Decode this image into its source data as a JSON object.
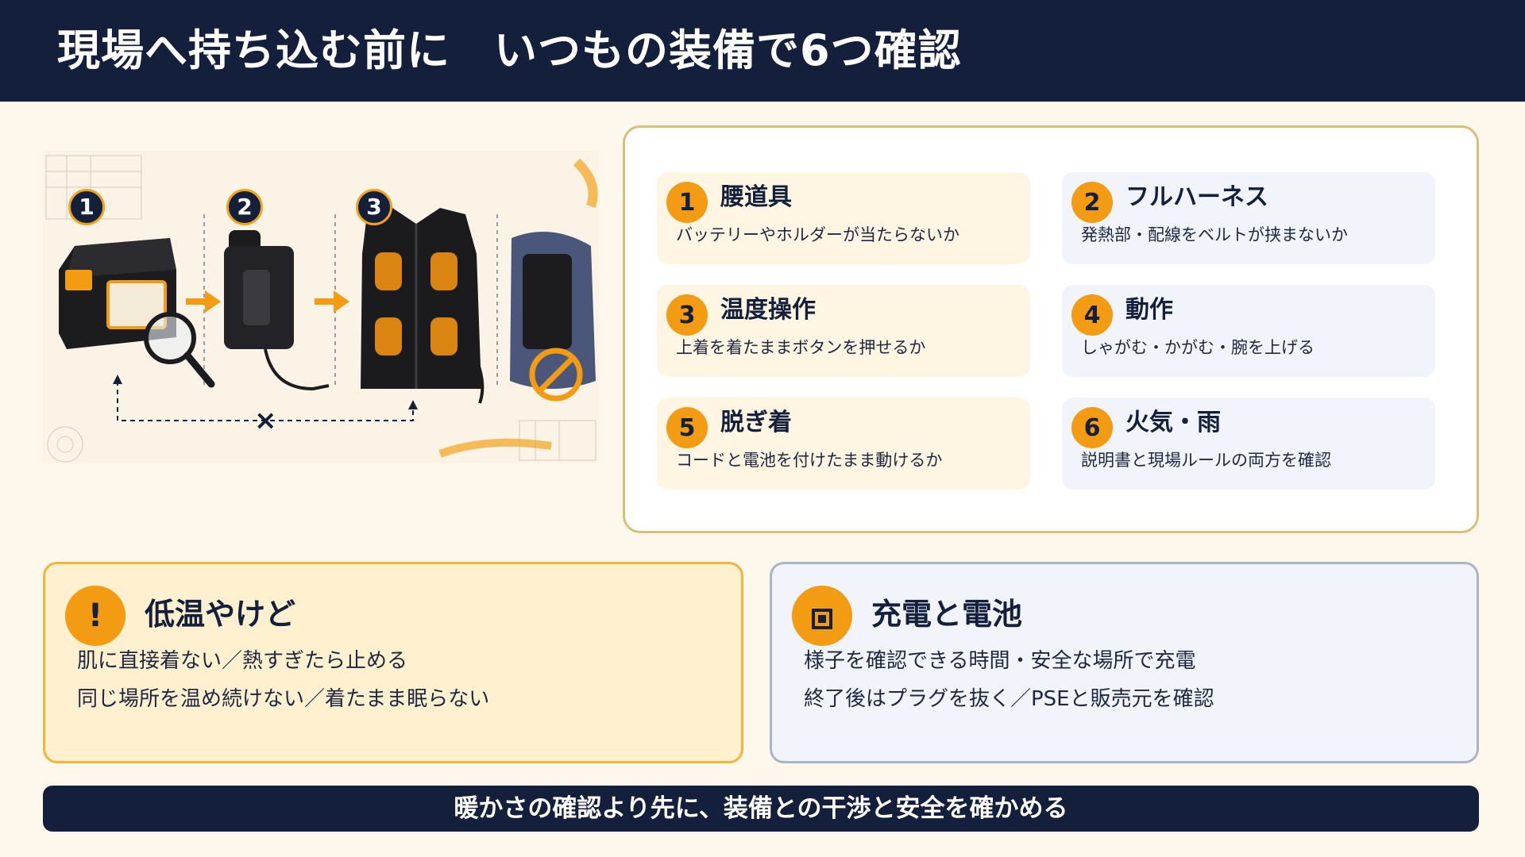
{
  "header": {
    "title": "現場へ持ち込む前に　いつもの装備で6つ確認"
  },
  "illustration": {
    "steps": [
      "1",
      "2",
      "3"
    ],
    "cross_mark": "×",
    "icons": [
      "battery-icon",
      "magnifier-icon",
      "holder-icon",
      "heated-vest-icon",
      "prohibited-battery-icon",
      "arrow-icon"
    ]
  },
  "checklist": {
    "items": [
      {
        "num": "1",
        "title": "腰道具",
        "desc": "バッテリーやホルダーが当たらないか"
      },
      {
        "num": "2",
        "title": "フルハーネス",
        "desc": "発熱部・配線をベルトが挟まないか"
      },
      {
        "num": "3",
        "title": "温度操作",
        "desc": "上着を着たままボタンを押せるか"
      },
      {
        "num": "4",
        "title": "動作",
        "desc": "しゃがむ・かがむ・腕を上げる"
      },
      {
        "num": "5",
        "title": "脱ぎ着",
        "desc": "コードと電池を付けたまま動けるか"
      },
      {
        "num": "6",
        "title": "火気・雨",
        "desc": "説明書と現場ルールの両方を確認"
      }
    ]
  },
  "warnings": {
    "burn": {
      "badge": "!",
      "title": "低温やけど",
      "lines": [
        "肌に直接着ない／熱すぎたら止める",
        "同じ場所を温め続けない／着たまま眠らない"
      ]
    },
    "charge": {
      "icon": "chip-icon",
      "title": "充電と電池",
      "lines": [
        "様子を確認できる時間・安全な場所で充電",
        "終了後はプラグを抜く／PSEと販売元を確認"
      ]
    }
  },
  "footer": {
    "text": "暖かさの確認より先に、装備との干渉と安全を確かめる"
  },
  "colors": {
    "navy": "#14203b",
    "orange": "#f29b13",
    "cream": "#fdf7ec",
    "warm_border": "#f1b53a",
    "cool_border": "#aab4c7",
    "card_border": "#d9be7c"
  }
}
